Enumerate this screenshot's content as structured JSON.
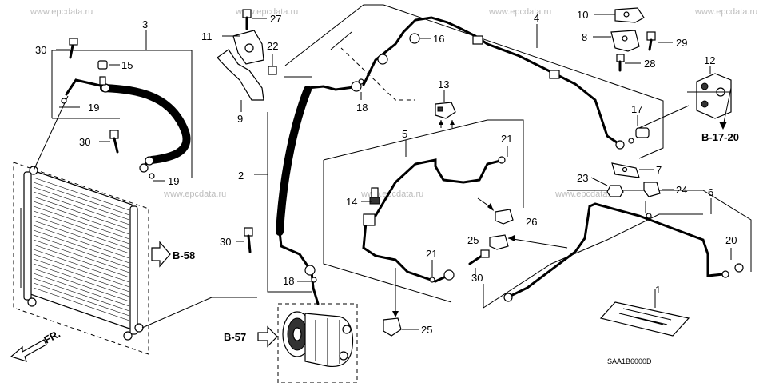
{
  "watermark": "www.epcdata.ru",
  "diagram_code": "SAA1B6000D",
  "front_label": "FR.",
  "refs": {
    "b58": "B-58",
    "b57": "B-57",
    "b1720": "B-17-20"
  },
  "callouts": {
    "c1": "1",
    "c2": "2",
    "c3": "3",
    "c4": "4",
    "c5": "5",
    "c6": "6",
    "c7": "7",
    "c8": "8",
    "c9": "9",
    "c10": "10",
    "c11": "11",
    "c12": "12",
    "c13": "13",
    "c14": "14",
    "c15": "15",
    "c16": "16",
    "c17": "17",
    "c18a": "18",
    "c18b": "18",
    "c19a": "19",
    "c19b": "19",
    "c20": "20",
    "c21a": "21",
    "c21b": "21",
    "c22": "22",
    "c23": "23",
    "c24": "24",
    "c25a": "25",
    "c25b": "25",
    "c26": "26",
    "c27": "27",
    "c28": "28",
    "c29": "29",
    "c30a": "30",
    "c30b": "30",
    "c30c": "30",
    "c30d": "30"
  }
}
